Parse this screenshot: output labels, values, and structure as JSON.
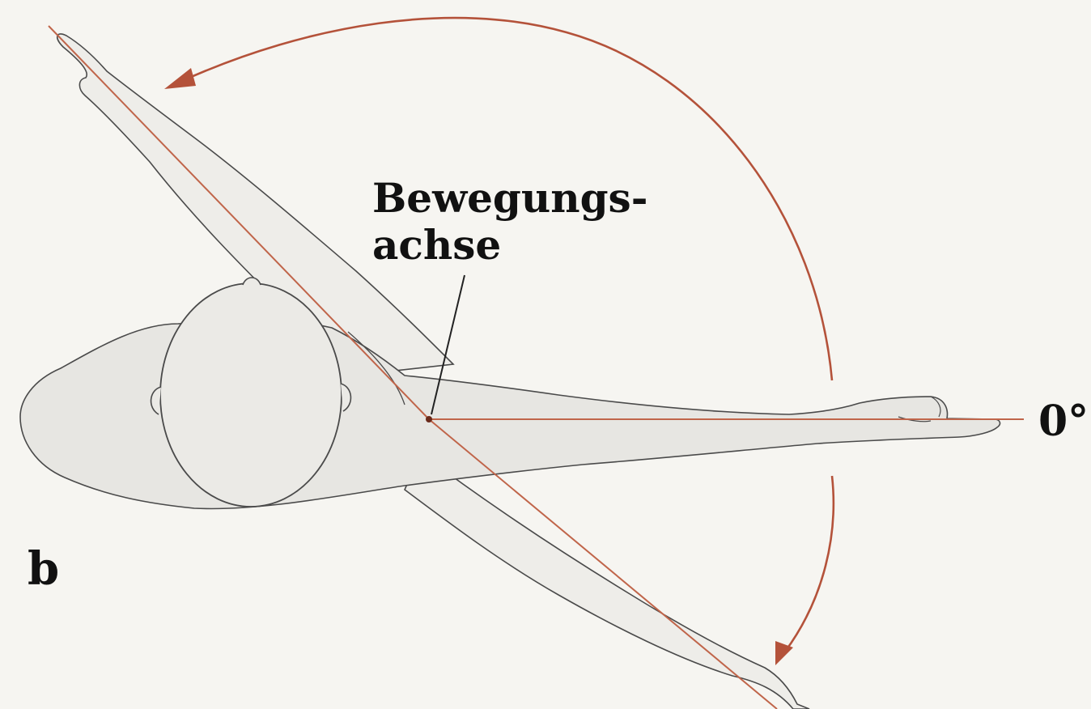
{
  "figure": {
    "panel_letter": "b",
    "axis_label_line1": "Bewegungs-",
    "axis_label_line2": "achse",
    "angle_label": "0°"
  },
  "colors": {
    "background": "#f6f5f1",
    "outline": "#4a4a4a",
    "body_fill": "#e7e6e2",
    "head_fill": "#ebeae6",
    "reference_line": "#c0654a",
    "arrow": "#b4523a",
    "text": "#111111"
  }
}
